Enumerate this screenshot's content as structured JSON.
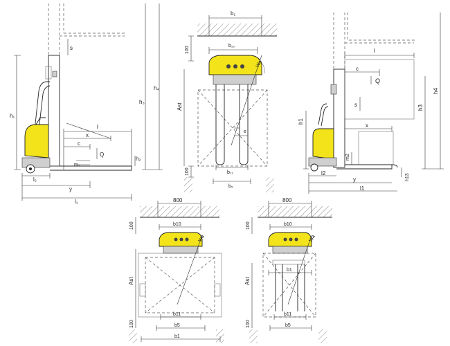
{
  "colors": {
    "machine_body": "#f2e31a",
    "line": "#222222",
    "wall_hatch": "#888888"
  },
  "side_view_left": {
    "labels": {
      "h1": "h₁",
      "h3": "h₃",
      "h4": "h₄",
      "h2": "h₂",
      "s": "s",
      "l": "l",
      "x": "x",
      "c": "c",
      "Q": "Q",
      "m2": "m₂",
      "l2": "l₂",
      "y": "y",
      "l1": "l₁"
    }
  },
  "top_view_center": {
    "labels": {
      "b1": "b₁",
      "b10": "b₁₀",
      "Wa": "Wa",
      "Ast": "Ast",
      "a100_top": "100",
      "a100_bottom": "100",
      "e": "e",
      "b11": "b₁₁",
      "b5": "b₅"
    }
  },
  "side_view_right": {
    "labels": {
      "l": "l",
      "c": "c",
      "Q": "Q",
      "s": "s",
      "x": "x",
      "h1": "h1",
      "h3": "h3",
      "h4": "h4",
      "m2": "m2",
      "l2": "l2",
      "y": "y",
      "h13": "h13",
      "l1": "l1"
    }
  },
  "top_view_bottom_left": {
    "labels": {
      "w800": "800",
      "a100_top": "100",
      "b10": "b10",
      "Wa": "Wa",
      "Ast": "Ast",
      "a100_bottom": "100",
      "b11": "b11",
      "b5": "b5",
      "b1": "b1"
    }
  },
  "top_view_bottom_right": {
    "labels": {
      "w800": "800",
      "a100_top": "100",
      "b10": "b10",
      "Wa": "Wa",
      "Ast": "Ast",
      "b1_top": "b1",
      "a100_bottom": "100",
      "b11": "b11",
      "b5": "b5"
    }
  }
}
